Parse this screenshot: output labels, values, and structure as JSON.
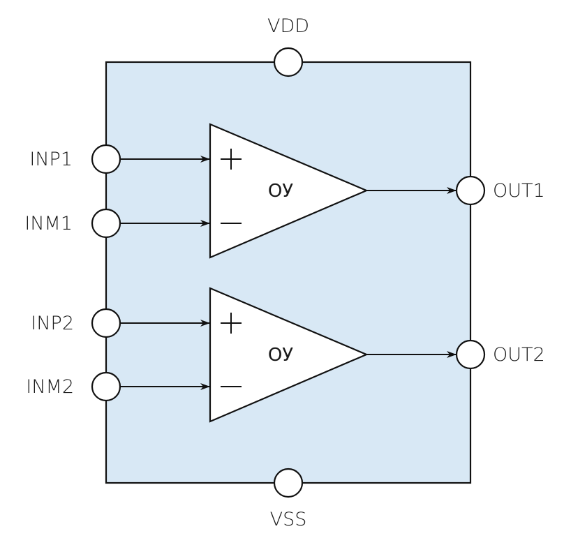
{
  "colors": {
    "chip_fill": "#d8e8f5",
    "stroke": "#111111",
    "pin_fill": "#ffffff",
    "amp_fill": "#ffffff"
  },
  "supply_pins": {
    "top": "VDD",
    "bottom": "VSS"
  },
  "amplifiers": [
    {
      "label": "ОУ",
      "inputs": {
        "plus": "INP1",
        "minus": "INM1"
      },
      "plus_sign": "+",
      "minus_sign": "−",
      "output": "OUT1"
    },
    {
      "label": "ОУ",
      "inputs": {
        "plus": "INP2",
        "minus": "INM2"
      },
      "plus_sign": "+",
      "minus_sign": "−",
      "output": "OUT2"
    }
  ]
}
